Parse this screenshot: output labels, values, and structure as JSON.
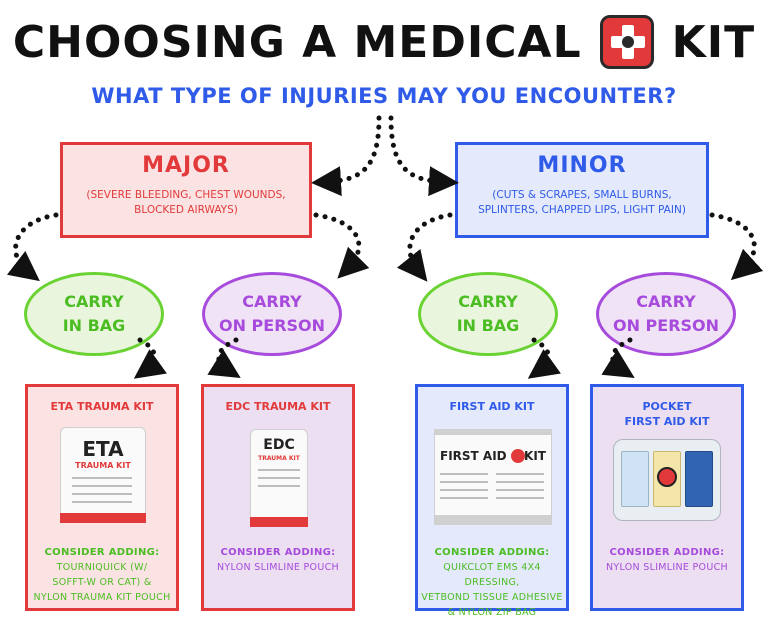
{
  "title": {
    "part1": "CHOOSING A MEDICAL",
    "part2": "KIT",
    "logo_icon": "medical-cross-logo-icon"
  },
  "subtitle": "WHAT TYPE OF INJURIES MAY YOU ENCOUNTER?",
  "categories": {
    "major": {
      "title": "MAJOR",
      "desc1": "(SEVERE BLEEDING, CHEST WOUNDS,",
      "desc2": "BLOCKED AIRWAYS)"
    },
    "minor": {
      "title": "MINOR",
      "desc1": "(CUTS & SCRAPES, SMALL BURNS,",
      "desc2": "SPLINTERS, CHAPPED LIPS, LIGHT PAIN)"
    }
  },
  "carry": {
    "major_bag": {
      "l1": "CARRY",
      "l2": "IN BAG"
    },
    "major_person": {
      "l1": "CARRY",
      "l2": "ON PERSON"
    },
    "minor_bag": {
      "l1": "CARRY",
      "l2": "IN BAG"
    },
    "minor_person": {
      "l1": "CARRY",
      "l2": "ON PERSON"
    }
  },
  "kits": {
    "eta": {
      "name": "ETA TRAUMA KIT",
      "image_text1": "ETA",
      "image_text2": "TRAUMA KIT",
      "consider": "CONSIDER ADDING:",
      "l1": "TOURNIQUICK (W/",
      "l2": "SOFFT-W OR CAT) &",
      "l3": "NYLON TRAUMA KIT POUCH"
    },
    "edc": {
      "name": "EDC TRAUMA KIT",
      "image_text1": "EDC",
      "image_text2": "TRAUMA KIT",
      "consider": "CONSIDER ADDING:",
      "l1": "NYLON SLIMLINE POUCH"
    },
    "first_aid": {
      "name": "FIRST AID KIT",
      "image_text1": "FIRST AID",
      "image_text2": "KIT",
      "consider": "CONSIDER ADDING:",
      "l1": "QUIKCLOT EMS 4X4 DRESSING,",
      "l2": "VETBOND TISSUE ADHESIVE",
      "l3": "& NYLON ZIP BAG"
    },
    "pocket": {
      "name1": "POCKET",
      "name2": "FIRST AID KIT",
      "consider": "CONSIDER ADDING:",
      "l1": "NYLON SLIMLINE POUCH"
    }
  },
  "colors": {
    "red": "#e23a3a",
    "blue": "#2f5be8",
    "green": "#4bbd22",
    "purple": "#a64bdc"
  }
}
